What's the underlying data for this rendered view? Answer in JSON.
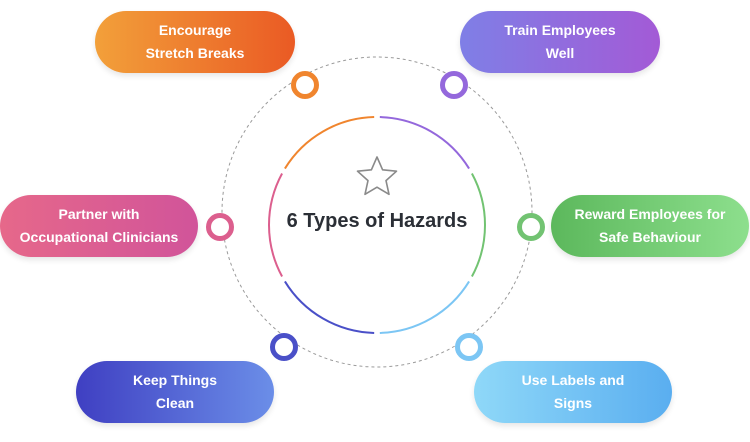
{
  "center": {
    "title": "6 Types of Hazards",
    "icon": "star-icon"
  },
  "items": [
    {
      "id": "encourage-stretch-breaks",
      "lines": [
        "Encourage",
        "Stretch Breaks"
      ],
      "gradient": [
        "#f2a03a",
        "#ea5a24"
      ],
      "dot_color": "#f0852e"
    },
    {
      "id": "train-employees-well",
      "lines": [
        "Train Employees",
        "Well"
      ],
      "gradient": [
        "#7f7fe6",
        "#a35ad6"
      ],
      "dot_color": "#9468dc"
    },
    {
      "id": "reward-employees",
      "lines": [
        "Reward Employees for",
        "Safe Behaviour"
      ],
      "gradient": [
        "#5cb85c",
        "#8ddf8d"
      ],
      "dot_color": "#72c372"
    },
    {
      "id": "use-labels-and-signs",
      "lines": [
        "Use Labels and",
        "Signs"
      ],
      "gradient": [
        "#8fd8f8",
        "#5aaef0"
      ],
      "dot_color": "#7cc6f4"
    },
    {
      "id": "keep-things-clean",
      "lines": [
        "Keep Things",
        "Clean"
      ],
      "gradient": [
        "#3f3fc2",
        "#6b8ee8"
      ],
      "dot_color": "#4a50c8"
    },
    {
      "id": "partner-with-occupational-clinicians",
      "lines": [
        "Partner with",
        "Occupational Clinicians"
      ],
      "gradient": [
        "#e6688a",
        "#d1549a"
      ],
      "dot_color": "#dc5f8e"
    }
  ]
}
